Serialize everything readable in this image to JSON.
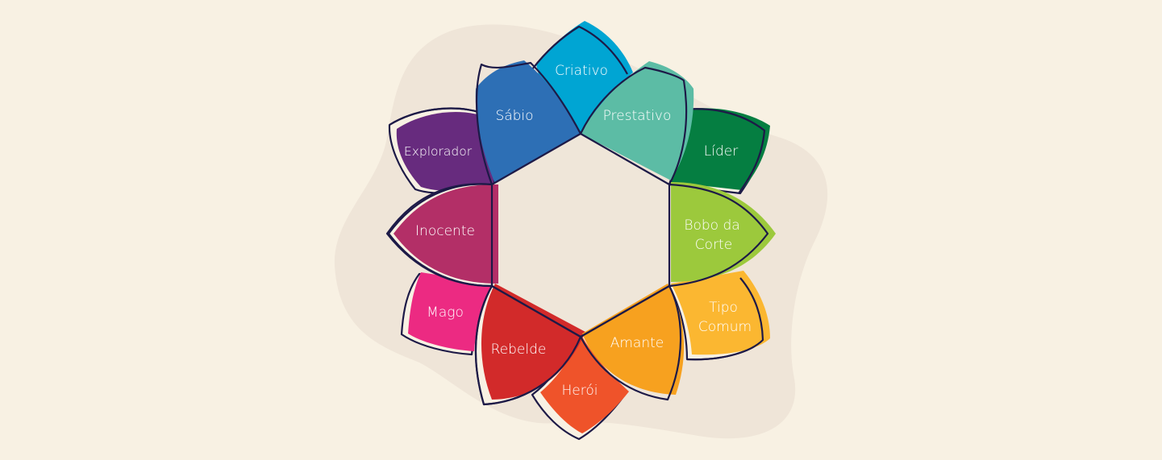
{
  "diagram": {
    "title": "",
    "background_color": "#f8f1e3",
    "blob_color": "#efe5d8",
    "center_color": "#efe6d9",
    "outline_color": "#1d1a47",
    "archetypes": [
      {
        "id": "criativo",
        "label": "Criativo",
        "color": "#00a5d3"
      },
      {
        "id": "prestativo",
        "label": "Prestativo",
        "color": "#5cbca5"
      },
      {
        "id": "lider",
        "label": "Líder",
        "color": "#057e41"
      },
      {
        "id": "bobo",
        "label_line1": "Bobo da",
        "label_line2": "Corte",
        "color": "#9cc93c"
      },
      {
        "id": "tipo",
        "label_line1": "Tipo",
        "label_line2": "Comum",
        "color": "#fbb731"
      },
      {
        "id": "amante",
        "label": "Amante",
        "color": "#f7a11f"
      },
      {
        "id": "heroi",
        "label": "Herói",
        "color": "#ef532a"
      },
      {
        "id": "rebelde",
        "label": "Rebelde",
        "color": "#d22a2a"
      },
      {
        "id": "mago",
        "label": "Mago",
        "color": "#ec2a82"
      },
      {
        "id": "inocente",
        "label": "Inocente",
        "color": "#b32f67"
      },
      {
        "id": "explorador",
        "label": "Explorador",
        "color": "#672b7e"
      },
      {
        "id": "sabio",
        "label": "Sábio",
        "color": "#2d6fb5"
      }
    ]
  }
}
